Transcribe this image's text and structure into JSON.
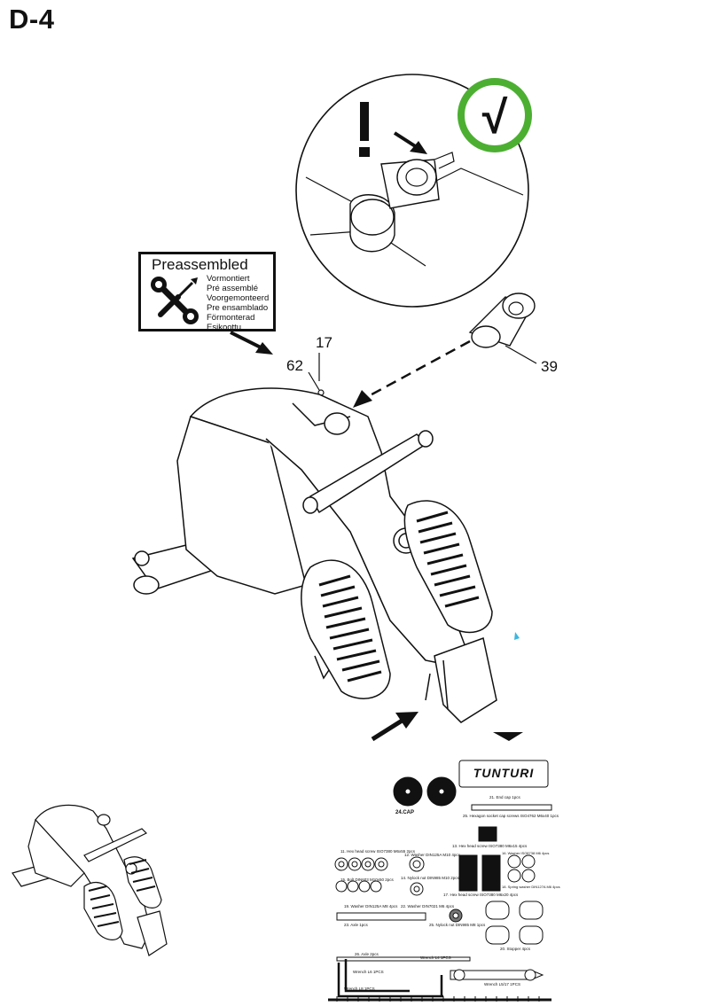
{
  "step": {
    "title": "D-4"
  },
  "preassembled": {
    "title": "Preassembled",
    "translations": [
      "Vormontiert",
      "Pré assemblé",
      "Voorgemonteerd",
      "Pre ensamblado",
      "Förmonterad",
      "Esikoottu"
    ]
  },
  "callouts": {
    "part_17": "17",
    "part_62": "62",
    "part_39": "39"
  },
  "icons": {
    "warning": "exclamation-icon",
    "ok": "checkmark-icon",
    "tools": "wrench-screwdriver-icon"
  },
  "colors": {
    "ok_green": "#4caf32",
    "line": "#111111",
    "accent_cyan": "#3bb6e0"
  },
  "hardware": {
    "brand": "TUNTURI",
    "parts": [
      {
        "label": "24.CAP"
      },
      {
        "label": "21. End cap 1pcs"
      },
      {
        "label": "25. Hexagon socket cap screws ISO4762 M6x40 1pcs"
      },
      {
        "label": "13. Hex head screw ISO7380 M6x15 4pcs"
      },
      {
        "label": "11. Hex head screw ISO7380 M6x55 2pcs"
      },
      {
        "label": "12. Washer DIN125A M10 4pcs"
      },
      {
        "label": "16. Washer ISO8738 M6 4pcs"
      },
      {
        "label": "14. Nylock nut DIN985 M10 2pcs"
      },
      {
        "label": "15. Bolt DIN603 M10x50 2pcs"
      },
      {
        "label": "18. Spring washer DIN127A M6 4pcs"
      },
      {
        "label": "17. Hex head screw ISO7380 M6x20 4pcs"
      },
      {
        "label": "19. Washer DIN125A M8 4pcs"
      },
      {
        "label": "22. Washer DIN7021 M6 4pcs"
      },
      {
        "label": "23. Axle 1pcs"
      },
      {
        "label": "25. Nylock nut DIN985 M8 1pcs"
      },
      {
        "label": "26. Axle 2pcs"
      },
      {
        "label": "Wrench L4 1PCS"
      },
      {
        "label": "Wrench L6 1PCS"
      },
      {
        "label": "Wrench L8 1PCS"
      },
      {
        "label": "Wrench L5/17 1PCS"
      },
      {
        "label": "20. Stopper 4pcs"
      }
    ]
  }
}
